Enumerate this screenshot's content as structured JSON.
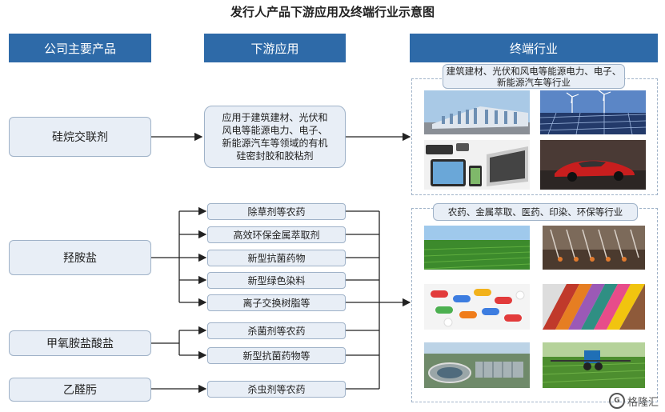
{
  "title": "发行人产品下游应用及终端行业示意图",
  "headers": {
    "products": "公司主要产品",
    "downstream": "下游应用",
    "terminal": "终端行业"
  },
  "products": {
    "silane": "硅烷交联剂",
    "hydroxylamine": "羟胺盐",
    "methoxyamine": "甲氧胺盐酸盐",
    "acetaldoxime": "乙醛肟"
  },
  "applications": {
    "silane_app_line1": "应用于建筑建材、光伏和",
    "silane_app_line2": "风电等能源电力、电子、",
    "silane_app_line3": "新能源汽车等领域的有机",
    "silane_app_line4": "硅密封胶和胶粘剂",
    "herbicide": "除草剂等农药",
    "metal_extractant": "高效环保金属萃取剂",
    "antibacterial": "新型抗菌药物",
    "green_dye": "新型绿色染料",
    "ion_resin": "离子交换树脂等",
    "fungicide": "杀菌剂等农药",
    "antibacterial_etc": "新型抗菌药物等",
    "insecticide": "杀虫剂等农药"
  },
  "terminal_labels": {
    "group1_line1": "建筑建材、光伏和风电等能源电力、电子、",
    "group1_line2": "新能源汽车等行业",
    "group2": "农药、金属萃取、医药、印染、环保等行业"
  },
  "watermark": "格隆汇"
}
